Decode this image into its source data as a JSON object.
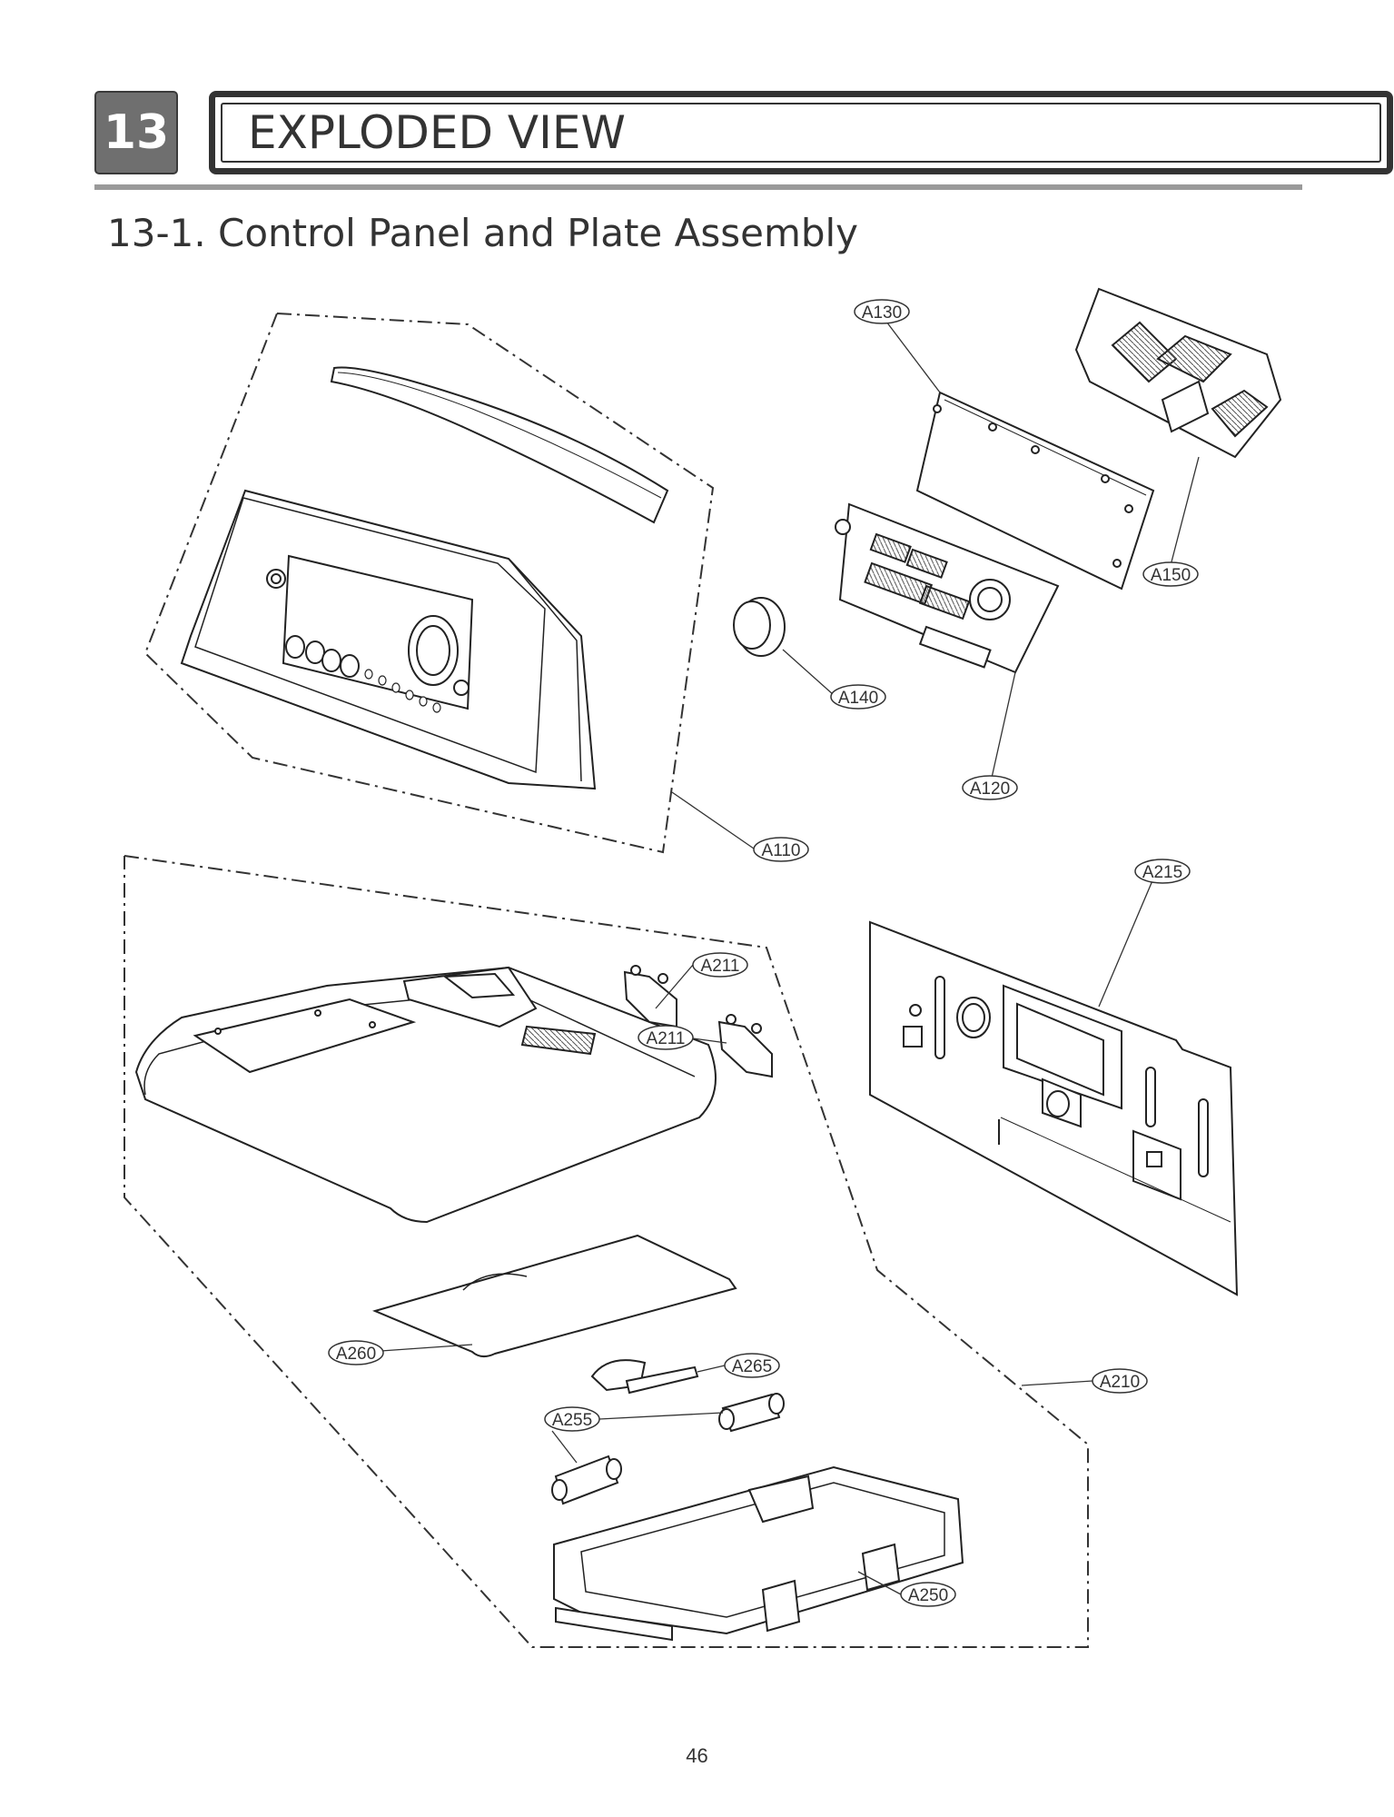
{
  "header": {
    "chapter_number": "13",
    "title": "EXPLODED VIEW"
  },
  "section": {
    "title": "13-1. Control Panel and Plate Assembly"
  },
  "callouts": [
    {
      "id": "a130",
      "label": "A130"
    },
    {
      "id": "a150",
      "label": "A150"
    },
    {
      "id": "a140",
      "label": "A140"
    },
    {
      "id": "a120",
      "label": "A120"
    },
    {
      "id": "a110",
      "label": "A110"
    },
    {
      "id": "a215",
      "label": "A215"
    },
    {
      "id": "a211-upper",
      "label": "A211"
    },
    {
      "id": "a211-lower",
      "label": "A211"
    },
    {
      "id": "a260",
      "label": "A260"
    },
    {
      "id": "a265",
      "label": "A265"
    },
    {
      "id": "a255",
      "label": "A255"
    },
    {
      "id": "a210",
      "label": "A210"
    },
    {
      "id": "a250",
      "label": "A250"
    }
  ],
  "footer": {
    "page_number": "46"
  }
}
